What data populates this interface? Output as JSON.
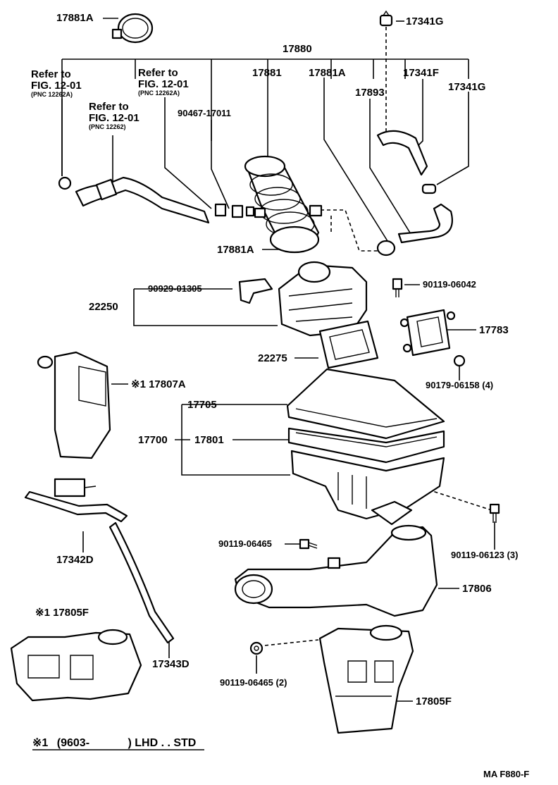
{
  "footnote": {
    "mark": "※1",
    "text": "(9603-",
    "text2": ") LHD . . STD"
  },
  "diagram_code": "MA F880-F",
  "refs": [
    {
      "line1": "Refer to",
      "line2": "FIG. 12-01",
      "line3": "(PNC 12262A)"
    },
    {
      "line1": "Refer to",
      "line2": "FIG. 12-01",
      "line3": "(PNC 12262)"
    },
    {
      "line1": "Refer to",
      "line2": "FIG. 12-01",
      "line3": "(PNC 12262A)"
    }
  ],
  "labels": {
    "p17881A_top": "17881A",
    "p17341G_top": "17341G",
    "p17880": "17880",
    "p17881": "17881",
    "p17881A_mid": "17881A",
    "p17341F": "17341F",
    "p17893": "17893",
    "p17341G_right": "17341G",
    "p90467": "90467-17011",
    "p17881A_low": "17881A",
    "p90929": "90929-01305",
    "p22250": "22250",
    "p90119_06042": "90119-06042",
    "p17783": "17783",
    "p22275": "22275",
    "p90179": "90179-06158 (4)",
    "p17807A": "※1 17807A",
    "p17705": "17705",
    "p17700": "17700",
    "p17801": "17801",
    "p90119_06465a": "90119-06465",
    "p90119_06123": "90119-06123 (3)",
    "p17342D": "17342D",
    "p17806": "17806",
    "p17805F_left": "※1 17805F",
    "p17343D": "17343D",
    "p90119_06465b": "90119-06465 (2)",
    "p17805F_right": "17805F"
  }
}
